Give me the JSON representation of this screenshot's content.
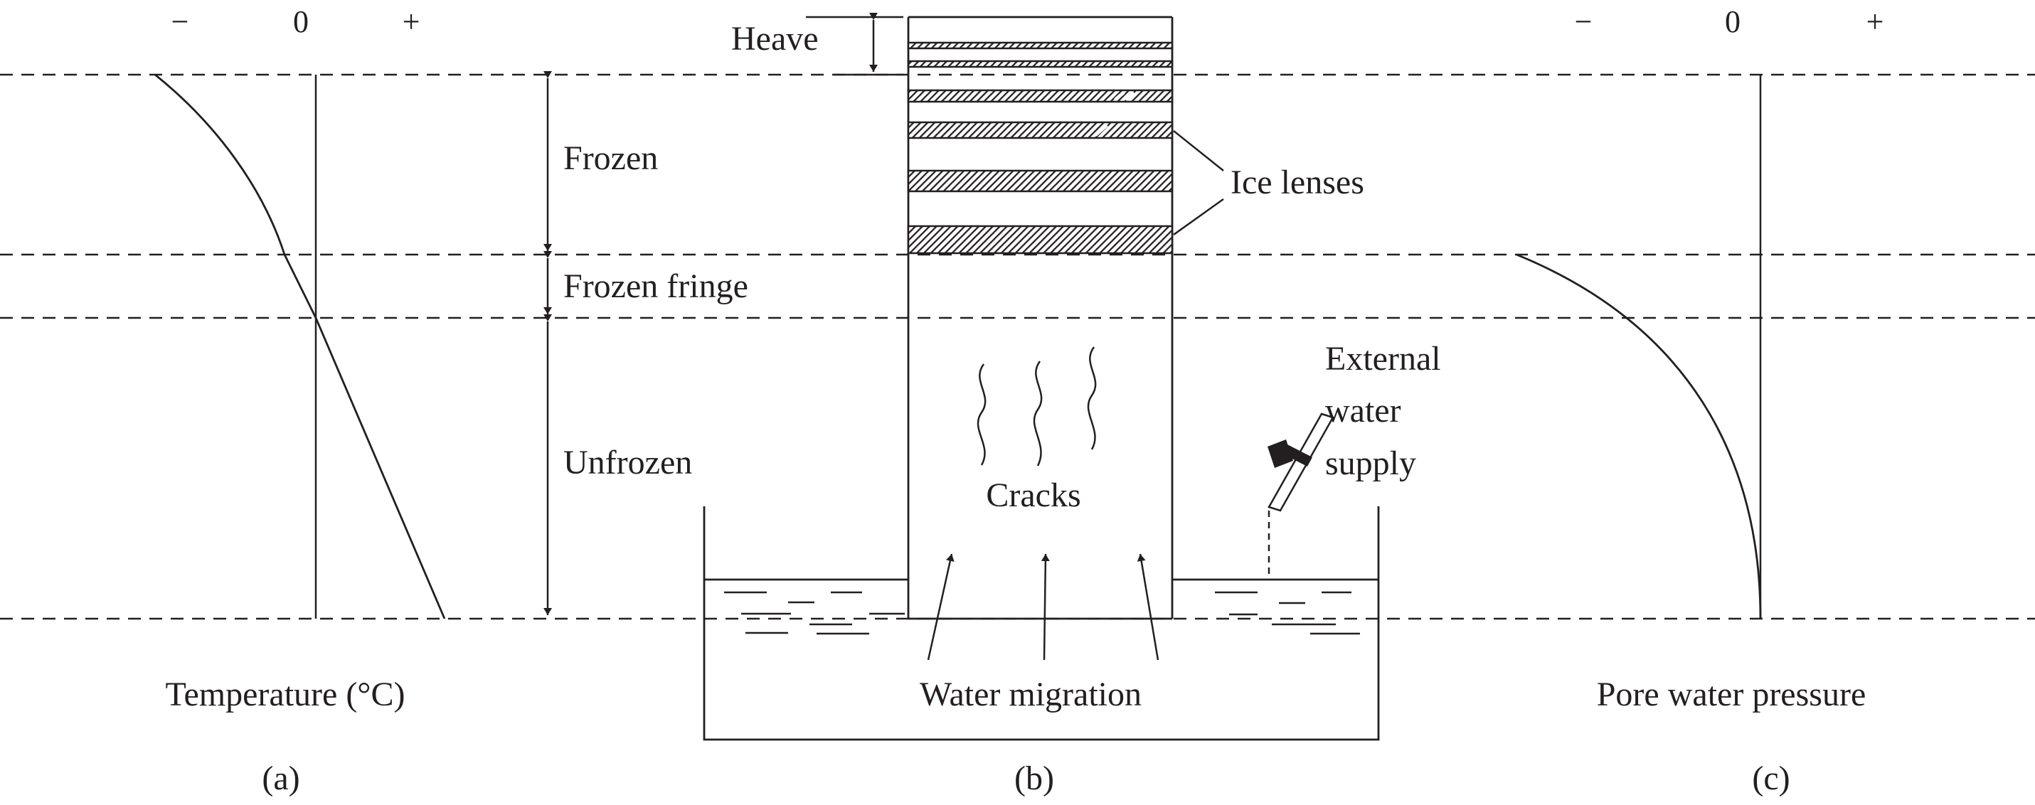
{
  "panel_a": {
    "axis_minus": "−",
    "axis_zero": "0",
    "axis_plus": "+",
    "axis_label": "Temperature (°C)",
    "caption": "(a)"
  },
  "panel_b": {
    "heave_label": "Heave",
    "frozen_label": "Frozen",
    "fringe_label": "Frozen fringe",
    "unfrozen_label": "Unfrozen",
    "ice_lenses_label": "Ice lenses",
    "cracks_label": "Cracks",
    "external_water_lines": [
      "External",
      "water",
      "supply"
    ],
    "water_migration_label": "Water migration",
    "caption": "(b)"
  },
  "panel_c": {
    "axis_minus": "−",
    "axis_zero": "0",
    "axis_plus": "+",
    "axis_label": "Pore water pressure",
    "caption": "(c)"
  },
  "colors": {
    "ink": "#231f20",
    "background": "#ffffff"
  }
}
